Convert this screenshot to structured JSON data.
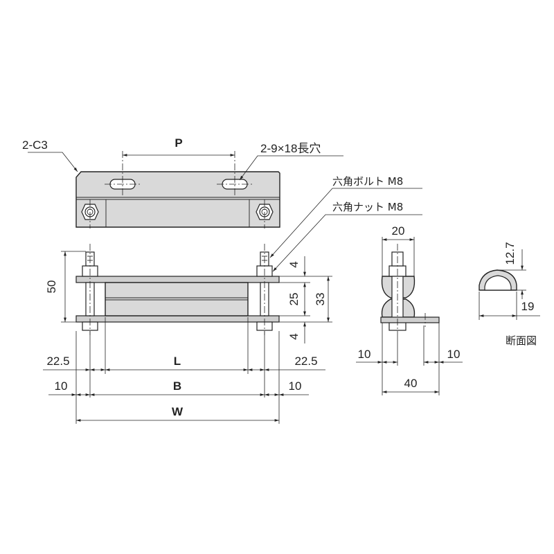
{
  "callouts": {
    "chamfer": "2-C3",
    "slot": "2-9×18長穴",
    "bolt": "六角ボルト M8",
    "nut": "六角ナット M8",
    "section_caption": "断面図"
  },
  "dimensions": {
    "P": "P",
    "L": "L",
    "B": "B",
    "W": "W",
    "left_22_5": "22.5",
    "right_22_5": "22.5",
    "left_10": "10",
    "right_10": "10",
    "height_50": "50",
    "height_4_top": "4",
    "height_25": "25",
    "height_33": "33",
    "height_4_bottom": "4",
    "side_20": "20",
    "side_10_left": "10",
    "side_10_right": "10",
    "side_40": "40",
    "section_12_7": "12.7",
    "section_19": "19"
  }
}
